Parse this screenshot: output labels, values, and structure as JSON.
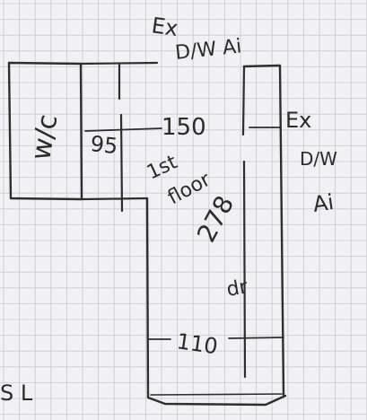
{
  "sketch": {
    "labels": {
      "ext_top_line1": "Ex",
      "ext_top_line2": "D/W Ai",
      "ext_right_line1": "Ex",
      "ext_right_line2": "D/W",
      "ext_right_line3": "Ai",
      "room_small": "w/c",
      "dim_small": "95",
      "dim_main_width": "150",
      "floor_line1": "1st",
      "floor_line2": "floor",
      "dim_length": "278",
      "dim_short": "dr",
      "dim_bottom": "110",
      "margin_note": "S L"
    },
    "colors": {
      "paper": "#f1f1f3",
      "grid": "#c9cbd3",
      "ink": "#2e2e2e"
    }
  }
}
